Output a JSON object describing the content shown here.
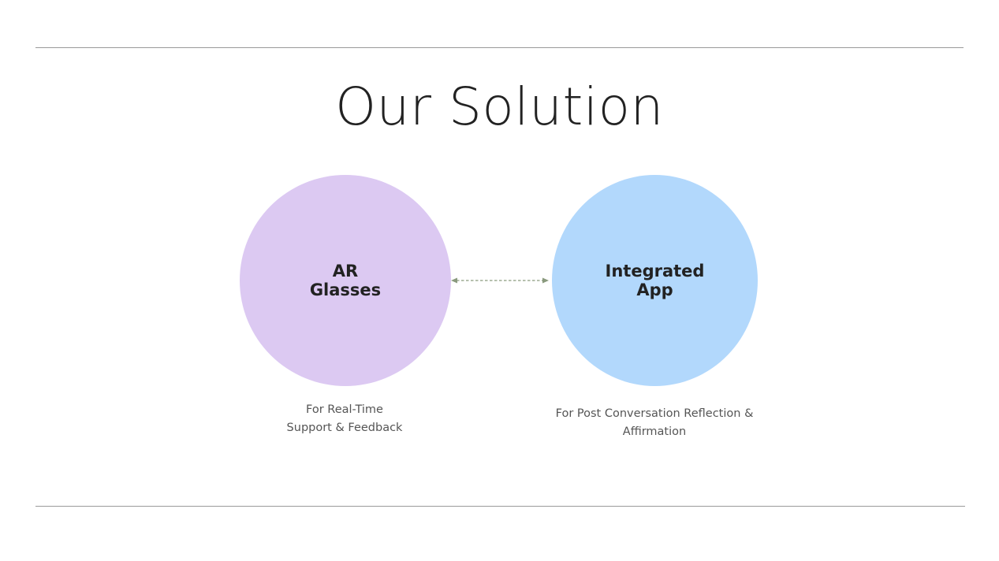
{
  "slide": {
    "title": "Our Solution"
  },
  "nodes": [
    {
      "label_lines": [
        "AR",
        "Glasses"
      ],
      "caption_lines": [
        "For Real-Time",
        "Support & Feedback"
      ],
      "color": "#dcc9f2"
    },
    {
      "label_lines": [
        "Integrated",
        "App"
      ],
      "caption_lines": [
        "For Post Conversation Reflection &",
        "Affirmation"
      ],
      "color": "#b2d8fc"
    }
  ],
  "connector": {
    "style": "dashed",
    "direction": "bidirectional",
    "color": "#8a9a7e"
  },
  "colors": {
    "rule": "#9a9a9a",
    "title_text": "#222222",
    "caption_text": "#555555"
  }
}
